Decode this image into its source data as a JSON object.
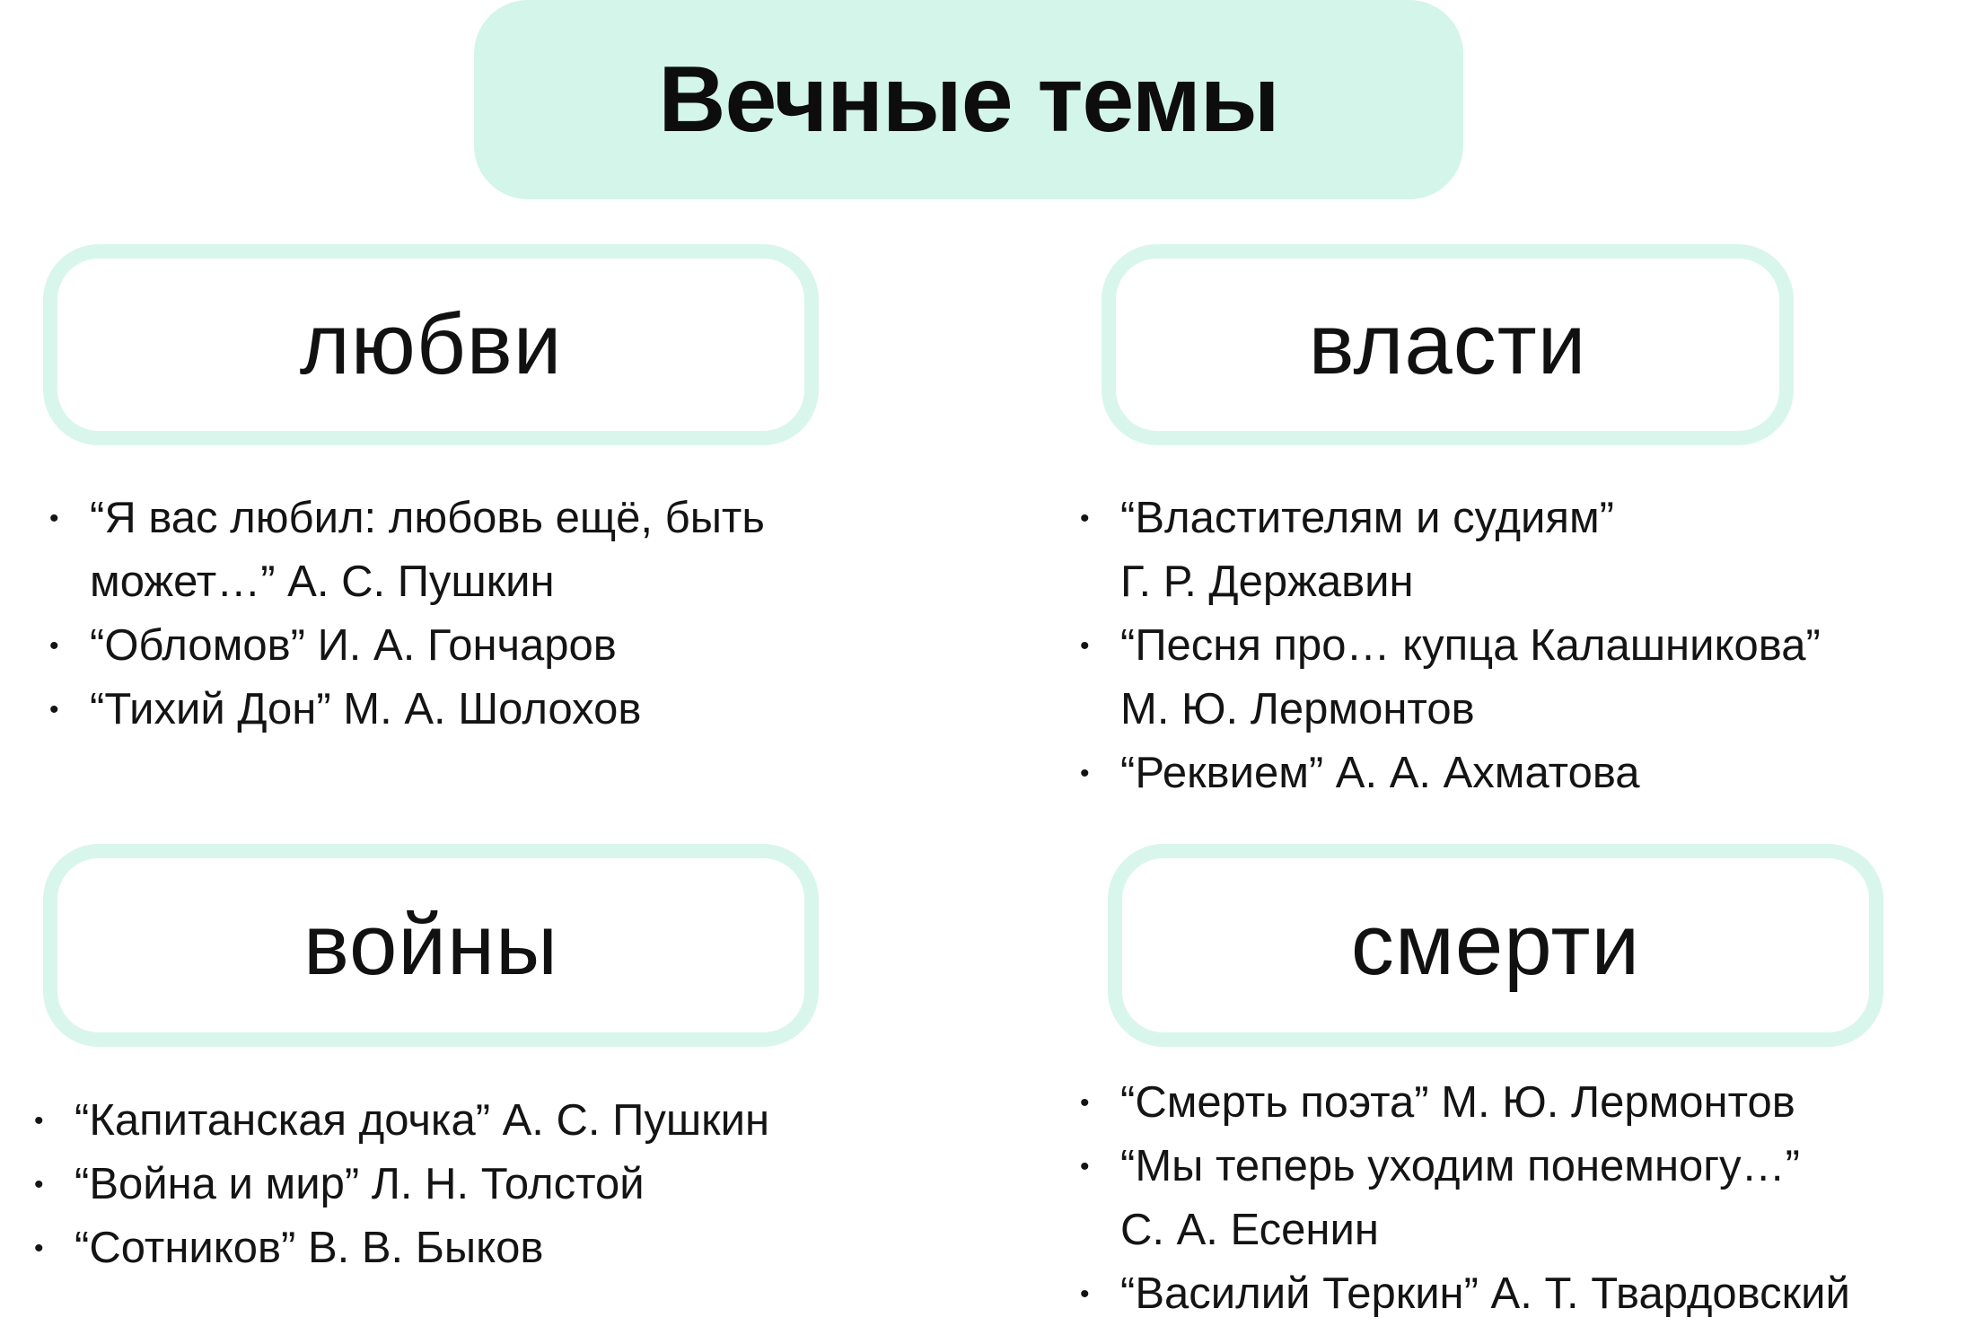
{
  "title": "Вечные темы",
  "themes": {
    "love": {
      "label": "любви",
      "works": [
        [
          "“Я вас любил: любовь ещё, быть",
          "может…” А. С. Пушкин"
        ],
        [
          "“Обломов” И. А. Гончаров"
        ],
        [
          "“Тихий Дон” М. А. Шолохов"
        ]
      ]
    },
    "power": {
      "label": "власти",
      "works": [
        [
          "“Властителям и судиям”",
          "Г. Р. Державин"
        ],
        [
          "“Песня про… купца Калашникова”",
          "М. Ю. Лермонтов"
        ],
        [
          "“Реквием” А. А. Ахматова"
        ]
      ]
    },
    "war": {
      "label": "войны",
      "works": [
        [
          "“Капитанская дочка” А. С. Пушкин"
        ],
        [
          "“Война и мир” Л. Н. Толстой"
        ],
        [
          "“Сотников” В. В. Быков"
        ]
      ]
    },
    "death": {
      "label": "смерти",
      "works": [
        [
          "“Смерть поэта” М. Ю. Лермонтов"
        ],
        [
          "“Мы теперь уходим понемногу…”",
          "С. А. Есенин"
        ],
        [
          "“Василий Теркин” А. Т. Твардовский"
        ]
      ]
    }
  },
  "bullet_glyph": "•",
  "colors": {
    "title_fill": "#d4f5e9",
    "theme_border": "#d9f6ec",
    "text": "#111111"
  }
}
